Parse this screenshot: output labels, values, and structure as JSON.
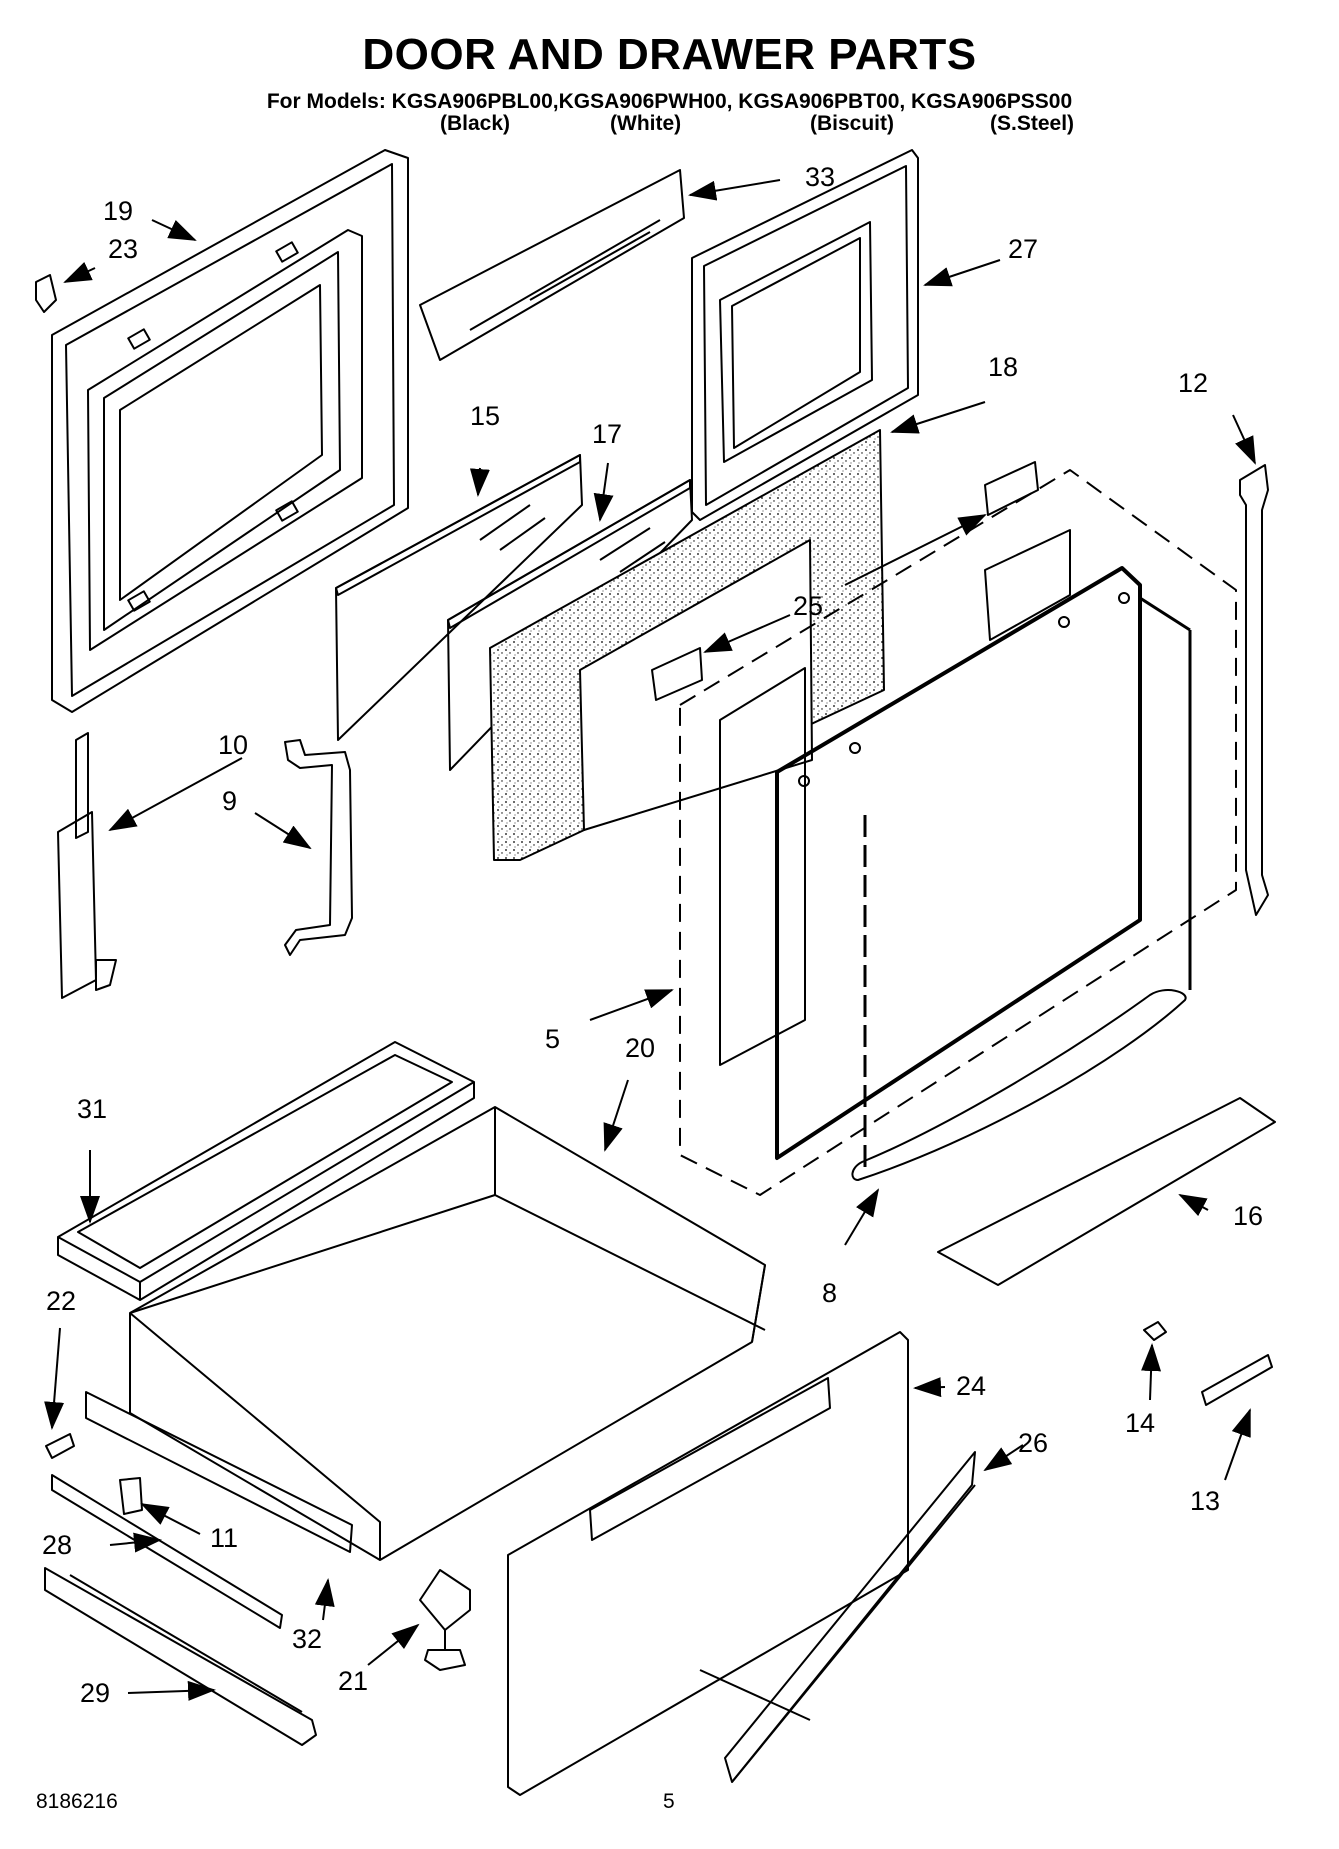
{
  "title": "DOOR AND DRAWER PARTS",
  "models_line": "For Models: KGSA906PBL00,KGSA906PWH00, KGSA906PBT00, KGSA906PSS00",
  "colors": [
    "(Black)",
    "(White)",
    "(Biscuit)",
    "(S.Steel)"
  ],
  "callouts": [
    "33",
    "19",
    "23",
    "27",
    "18",
    "15",
    "17",
    "12",
    "25",
    "10",
    "9",
    "5",
    "20",
    "31",
    "16",
    "8",
    "22",
    "24",
    "14",
    "26",
    "11",
    "28",
    "13",
    "32",
    "21",
    "29"
  ],
  "footer": {
    "doc_number": "8186216",
    "page_number": "5"
  }
}
